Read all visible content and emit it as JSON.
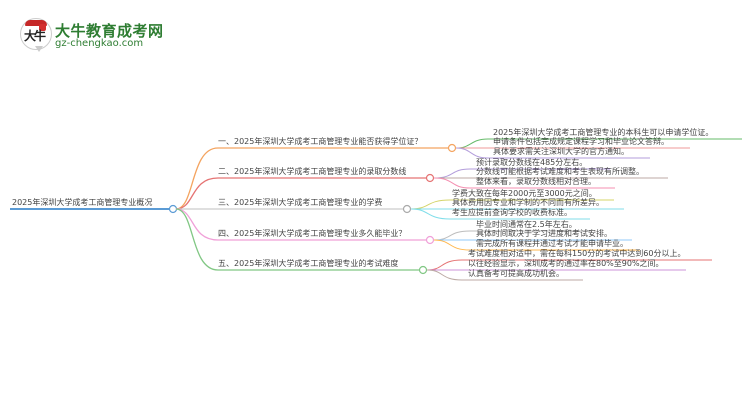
{
  "logo": {
    "title": "大牛教育成考网",
    "url": "gz-chengkao.com",
    "badge_text": "大牛",
    "brand_color": "#2e7d32"
  },
  "mindmap": {
    "root": {
      "label": "2025年深圳大学成考工商管理专业概况",
      "color": "#5b9bd5"
    },
    "branches": [
      {
        "label": "一、2025年深圳大学成考工商管理专业能否获得学位证？",
        "color": "#f4a460",
        "children": [
          {
            "label": "2025年深圳大学成考工商管理专业的本科生可以申请学位证。",
            "color": "#66bb6a"
          },
          {
            "label": "申请条件包括完成规定课程学习和毕业论文答辩。",
            "color": "#ef9a9a"
          },
          {
            "label": "具体要求需关注深圳大学的官方通知。",
            "color": "#b39ddb"
          }
        ]
      },
      {
        "label": "二、2025年深圳大学成考工商管理专业的录取分数线",
        "color": "#e57373",
        "children": [
          {
            "label": "预计录取分数线在485分左右。",
            "color": "#b39ddb"
          },
          {
            "label": "分数线可能根据考试难度和考生表现有所调整。",
            "color": "#bcaaa4"
          },
          {
            "label": "整体来看，录取分数线相对合理。",
            "color": "#f48fb1"
          }
        ]
      },
      {
        "label": "三、2025年深圳大学成考工商管理专业的学费",
        "color": "#cccccc",
        "children": [
          {
            "label": "学费大致在每年2000元至3000元之间。",
            "color": "#d4d46a"
          },
          {
            "label": "具体费用因专业和学制的不同而有所差异。",
            "color": "#80deea"
          },
          {
            "label": "考生应提前查询学校的收费标准。",
            "color": "#80deea"
          }
        ]
      },
      {
        "label": "四、2025年深圳大学成考工商管理专业多久能毕业？",
        "color": "#f0a0d8",
        "children": [
          {
            "label": "毕业时间通常在2.5年左右。",
            "color": "#bdbdbd"
          },
          {
            "label": "具体时间取决于学习进度和考试安排。",
            "color": "#90caf9"
          },
          {
            "label": "需完成所有课程并通过考试才能申请毕业。",
            "color": "#ffb74d"
          }
        ]
      },
      {
        "label": "五、2025年深圳大学成考工商管理专业的考试难度",
        "color": "#81c784",
        "children": [
          {
            "label": "考试难度相对适中，需在每科150分的考试中达到60分以上。",
            "color": "#e57373"
          },
          {
            "label": "以往经验显示，深圳成考的通过率在80%至90%之间。",
            "color": "#ce93d8"
          },
          {
            "label": "认真备考可提高成功机会。",
            "color": "#bcaaa4"
          }
        ]
      }
    ]
  }
}
